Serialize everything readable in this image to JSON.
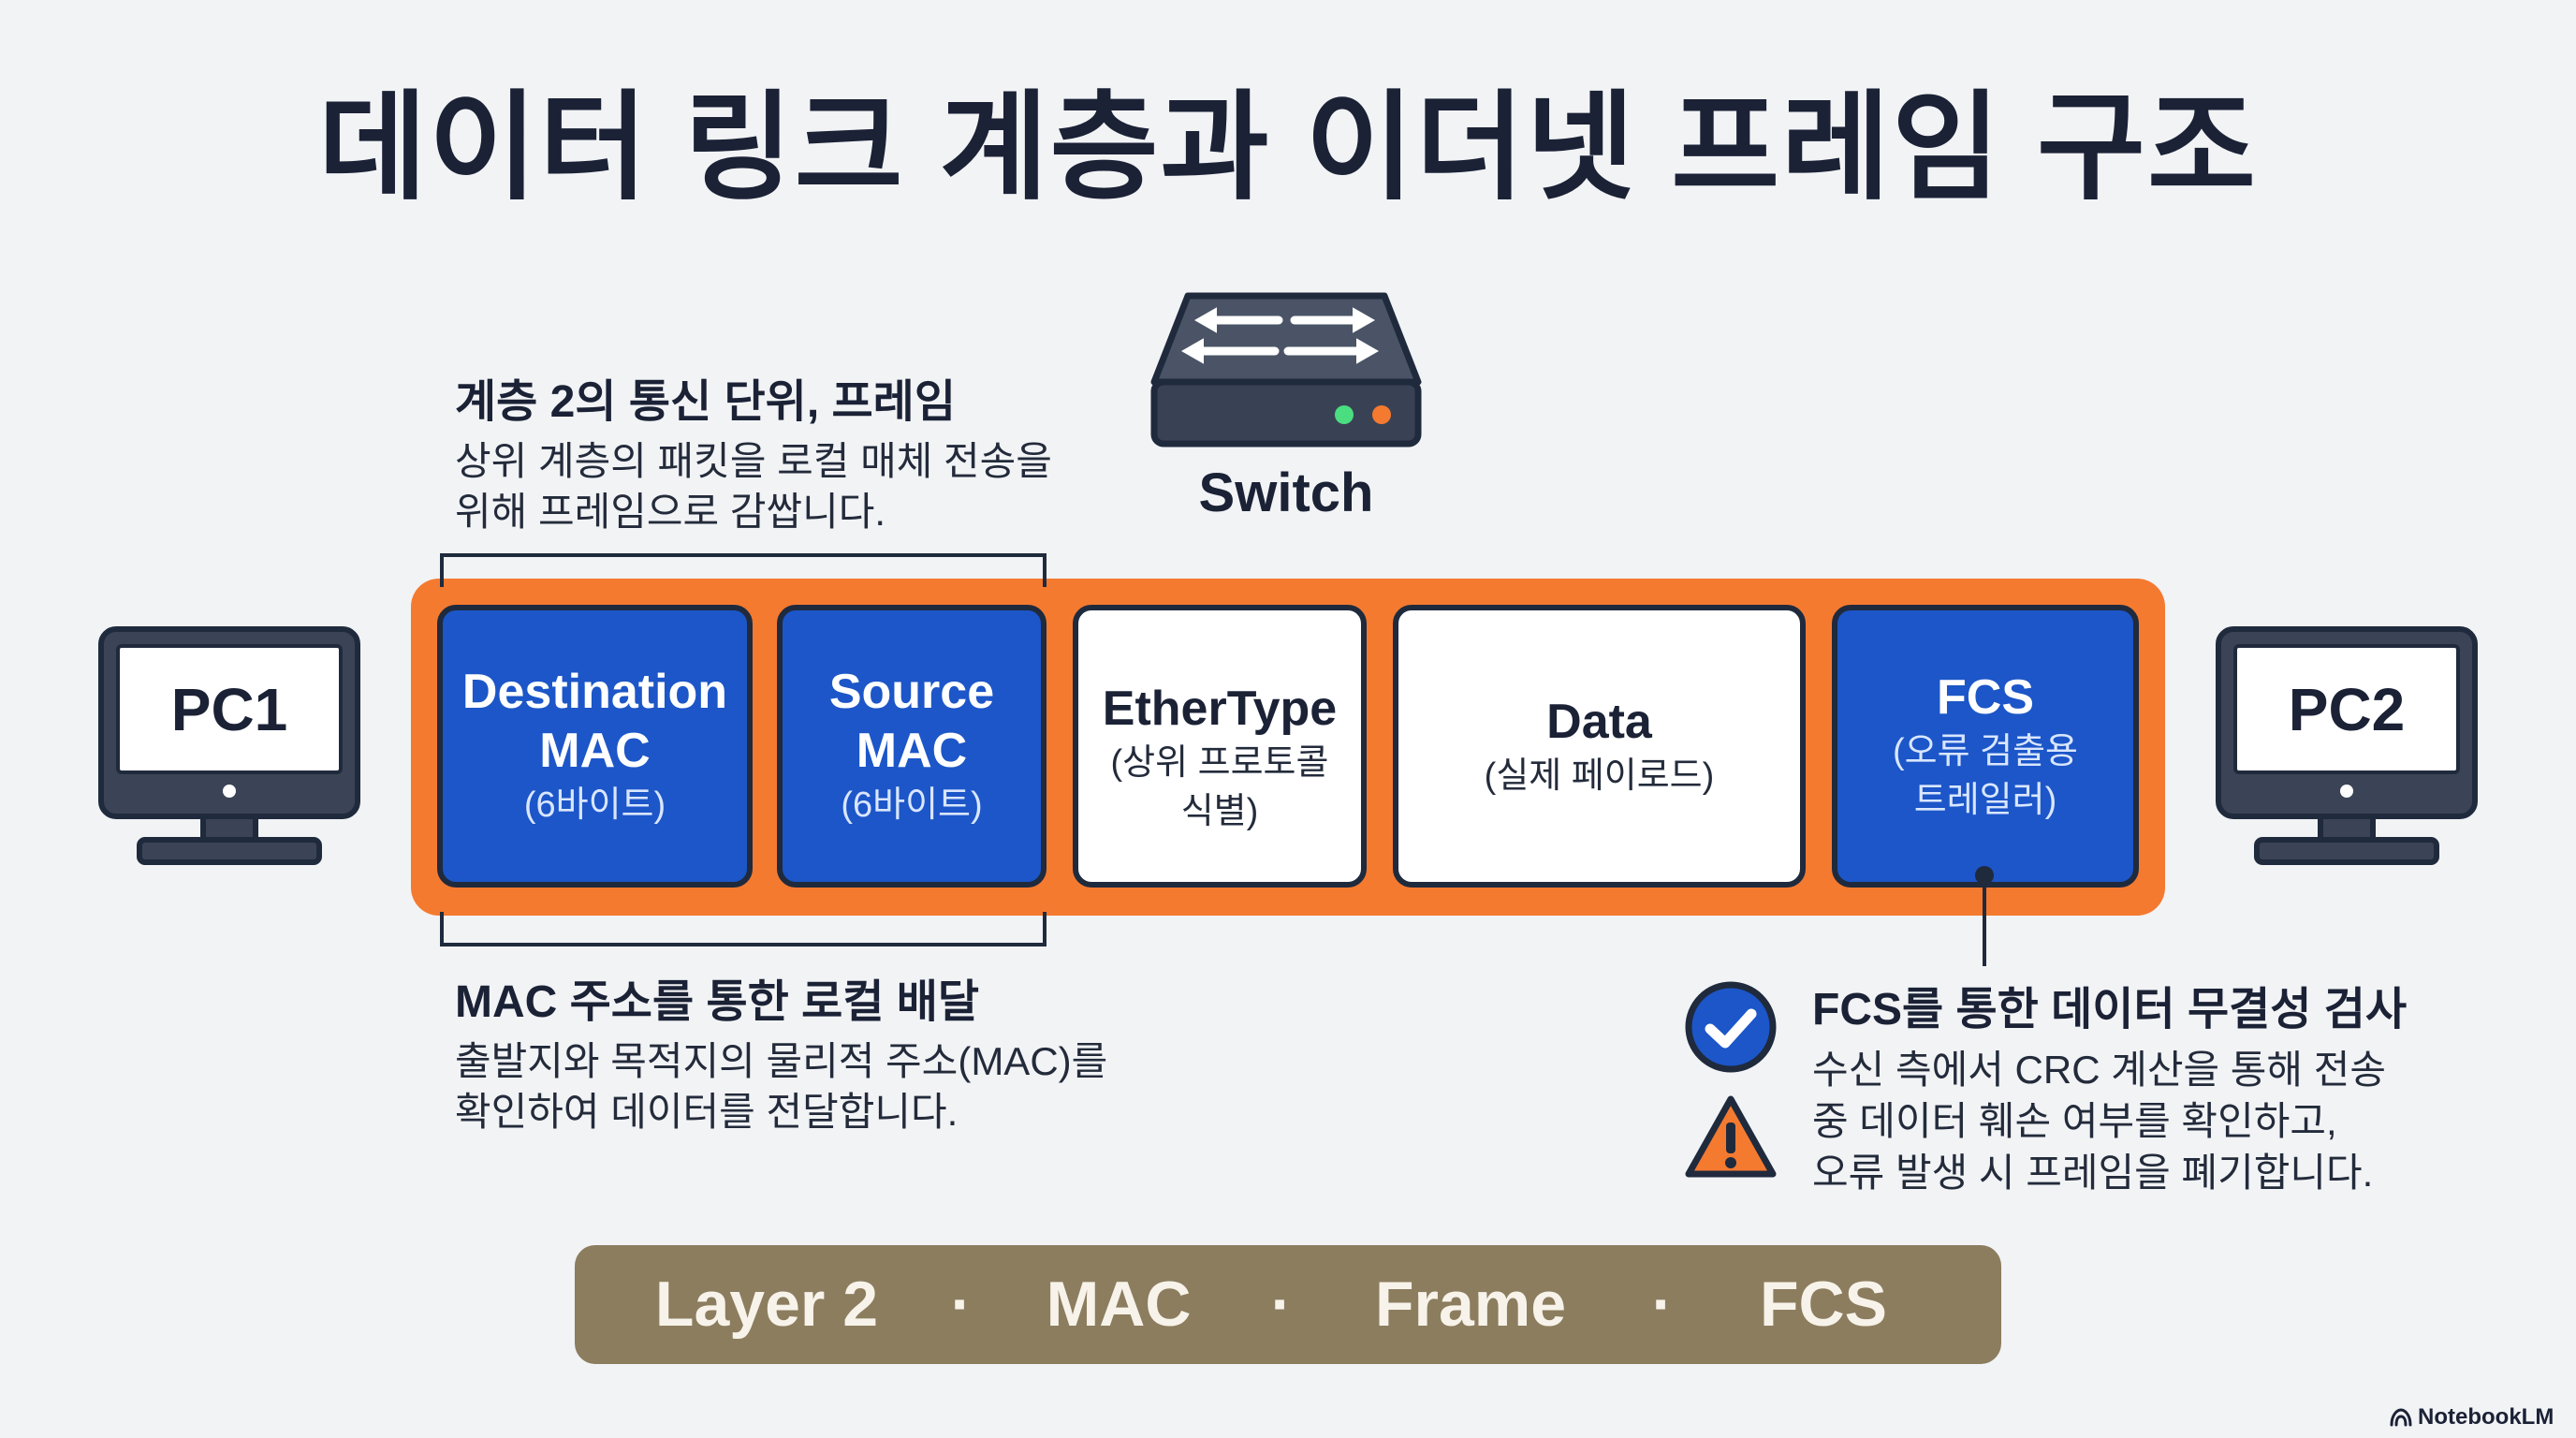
{
  "title": "데이터 링크 계층과 이더넷 프레임 구조",
  "colors": {
    "title_navy": "#1b2236",
    "field_blue": "#1c56c8",
    "frame_orange": "#f47a30",
    "outline_dark": "#1f2a3d",
    "device_slate": "#3b4456",
    "bar_tan": "#8c7d5f",
    "background": "#f2f3f5"
  },
  "switch": {
    "icon": "network-switch-icon",
    "label": "Switch"
  },
  "devices": [
    {
      "icon": "monitor-icon",
      "label": "PC1"
    },
    {
      "icon": "monitor-icon",
      "label": "PC2"
    }
  ],
  "annotations": {
    "frame_unit": {
      "heading": "계층 2의 통신 단위, 프레임",
      "lines": [
        "상위 계층의 패킷을 로컬 매체 전송을",
        "위해 프레임으로 감쌉니다."
      ]
    },
    "mac_delivery": {
      "heading": "MAC 주소를 통한 로컬 배달",
      "lines": [
        "출발지와 목적지의 물리적 주소(MAC)를",
        "확인하여 데이터를 전달합니다."
      ]
    },
    "fcs_integrity": {
      "icons": [
        "check-circle-icon",
        "warning-icon"
      ],
      "heading": "FCS를 통한 데이터 무결성 검사",
      "lines": [
        "수신 측에서 CRC 계산을 통해 전송",
        "중 데이터 훼손 여부를 확인하고,",
        "오류 발생 시 프레임을 폐기합니다."
      ]
    }
  },
  "frame": {
    "fields": [
      {
        "name": [
          "Destination",
          "MAC"
        ],
        "detail": [
          "(6바이트)"
        ]
      },
      {
        "name": [
          "Source",
          "MAC"
        ],
        "detail": [
          "(6바이트)"
        ]
      },
      {
        "name": [
          "EtherType"
        ],
        "detail": [
          "(상위 프로토콜",
          "식별)"
        ]
      },
      {
        "name": [
          "Data"
        ],
        "detail": [
          "(실제 페이로드)"
        ]
      },
      {
        "name": [
          "FCS"
        ],
        "detail": [
          "(오류 검출용",
          "트레일러)"
        ]
      }
    ]
  },
  "keyword_bar": {
    "items": [
      "Layer 2",
      "MAC",
      "Frame",
      "FCS"
    ],
    "separator": "·"
  },
  "footer": {
    "brand": "NotebookLM"
  }
}
